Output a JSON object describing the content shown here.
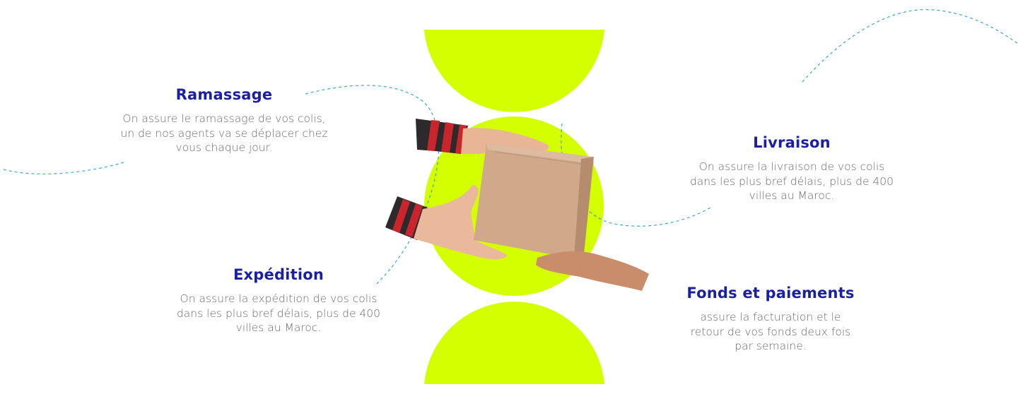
{
  "accent_color": "#d4ff00",
  "title_color": "#1a1fa3",
  "text_color": "#6b6b6b",
  "illustration": {
    "icon": "hands-passing-box-icon"
  },
  "features": [
    {
      "title": "Ramassage",
      "lines": [
        "On assure le ramassage de vos colis,",
        "un de nos agents va se déplacer chez",
        "vous chaque jour."
      ]
    },
    {
      "title": "Expédition",
      "lines": [
        "On assure la expédition de vos colis",
        "dans les plus bref délais, plus de 400",
        "villes au Maroc."
      ]
    },
    {
      "title": "Livraison",
      "lines": [
        "On assure la livraison de vos colis",
        "dans les plus bref délais, plus de 400",
        "villes au Maroc."
      ]
    },
    {
      "title": "Fonds et paiements",
      "lines": [
        "assure la facturation et le",
        "retour de vos fonds deux fois",
        "par semaine."
      ]
    }
  ]
}
